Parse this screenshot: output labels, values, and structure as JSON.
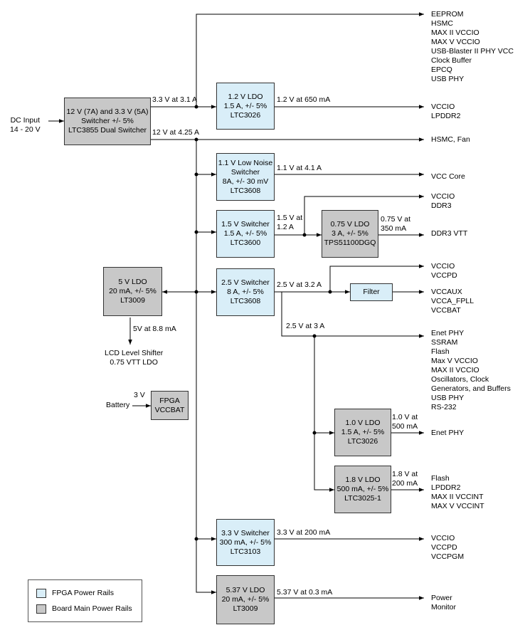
{
  "boxes": {
    "main_switcher": [
      "12 V (7A) and 3.3 V (5A)",
      "Switcher +/- 5%",
      "LTC3855 Dual Switcher"
    ],
    "ldo_1v2": [
      "1.2 V LDO",
      "1.5 A, +/- 5%",
      "LTC3026"
    ],
    "sw_1v1": [
      "1.1 V Low Noise",
      "Switcher",
      "8A, +/- 30 mV",
      "LTC3608"
    ],
    "sw_1v5": [
      "1.5 V Switcher",
      "1.5 A, +/- 5%",
      "LTC3600"
    ],
    "ldo_0v75": [
      "0.75 V LDO",
      "3 A, +/- 5%",
      "TPS51100DGQ"
    ],
    "ldo_5v": [
      "5 V LDO",
      "20 mA, +/- 5%",
      "LT3009"
    ],
    "sw_2v5": [
      "2.5 V Switcher",
      "8 A, +/- 5%",
      "LTC3608"
    ],
    "filter": [
      "Filter"
    ],
    "fpga_vccbat": [
      "FPGA",
      "VCCBAT"
    ],
    "ldo_1v0": [
      "1.0 V LDO",
      "1.5 A, +/- 5%",
      "LTC3026"
    ],
    "ldo_1v8": [
      "1.8 V LDO",
      "500 mA, +/- 5%",
      "LTC3025-1"
    ],
    "sw_3v3": [
      "3.3 V Switcher",
      "300 mA, +/- 5%",
      "LTC3103"
    ],
    "ldo_5v37": [
      "5.37 V LDO",
      "20 mA, +/- 5%",
      "LT3009"
    ]
  },
  "labels": {
    "dc_input": [
      "DC Input",
      "14 - 20 V"
    ],
    "v33_31a": [
      "3.3 V at 3.1 A"
    ],
    "v12_425a": [
      "12 V at 4.25 A"
    ],
    "v12_650ma": [
      "1.2 V at 650 mA"
    ],
    "v11_41a": [
      "1.1 V at 4.1 A"
    ],
    "v15_12a": [
      "1.5 V at",
      "1.2 A"
    ],
    "v075_350ma": [
      "0.75 V at",
      "350 mA"
    ],
    "v25_32a": [
      "2.5 V at 3.2 A"
    ],
    "v25_3a": [
      "2.5 V at 3 A"
    ],
    "v5_88ma": [
      "5V at 8.8 mA"
    ],
    "v3_battery_v": [
      "3 V"
    ],
    "v3_battery": [
      "Battery"
    ],
    "v10_500ma": [
      "1.0 V at",
      "500 mA"
    ],
    "v18_200ma": [
      "1.8 V at",
      "200 mA"
    ],
    "v33_200ma": [
      "3.3 V at 200 mA"
    ],
    "v537_03ma": [
      "5.37 V at 0.3 mA"
    ]
  },
  "outputs": {
    "out_top": [
      "EEPROM",
      "HSMC",
      "MAX II VCCIO",
      "MAX V VCCIO",
      "USB-Blaster II PHY VCC",
      "Clock Buffer",
      "EPCQ",
      "USB PHY"
    ],
    "out_1v2": [
      "VCCIO",
      "LPDDR2"
    ],
    "out_12v": [
      "HSMC, Fan"
    ],
    "out_1v1": [
      "VCC Core"
    ],
    "out_1v5": [
      "VCCIO",
      "DDR3"
    ],
    "out_0v75": [
      "DDR3 VTT"
    ],
    "out_2v5_a": [
      "VCCIO",
      "VCCPD"
    ],
    "out_filter": [
      "VCCAUX",
      "VCCA_FPLL",
      "VCCBAT"
    ],
    "out_2v5_b": [
      "Enet PHY",
      "SSRAM",
      "Flash",
      "Max V VCCIO",
      "MAX II VCCIO",
      "Oscillators, Clock",
      "Generators, and Buffers",
      "USB PHY",
      "RS-232"
    ],
    "out_lcd": [
      "LCD Level Shifter",
      "0.75 VTT LDO"
    ],
    "out_1v0": [
      "Enet PHY"
    ],
    "out_1v8": [
      "Flash",
      "LPDDR2",
      "MAX II VCCINT",
      "MAX V VCCINT"
    ],
    "out_3v3": [
      "VCCIO",
      "VCCPD",
      "VCCPGM"
    ],
    "out_5v37": [
      "Power",
      "Monitor"
    ]
  },
  "legend": {
    "fpga": "FPGA Power Rails",
    "board": "Board Main Power Rails"
  },
  "colors": {
    "fpga_rail": "#d9eef8",
    "board_rail": "#c8c8c8",
    "line": "#000000"
  }
}
